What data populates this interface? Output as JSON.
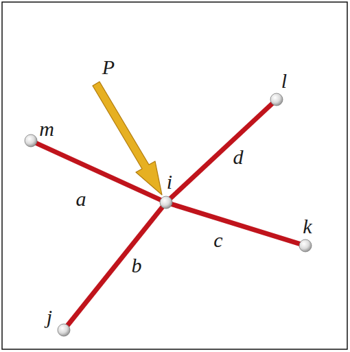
{
  "diagram": {
    "nodes": [
      {
        "text": [
          "m"
        ]
      },
      {
        "text": [
          "l"
        ]
      },
      {
        "text": [
          "i"
        ]
      },
      {
        "text": [
          "k"
        ]
      },
      {
        "text": [
          "j"
        ]
      }
    ],
    "edges": [
      {
        "from": 2,
        "to": 0,
        "arrow": "none",
        "label": "a"
      },
      {
        "from": 2,
        "to": 4,
        "arrow": "none",
        "label": "b"
      },
      {
        "from": 2,
        "to": 3,
        "arrow": "none",
        "label": "c"
      },
      {
        "from": 2,
        "to": 1,
        "arrow": "none",
        "label": "d"
      }
    ],
    "labels": [
      "P"
    ]
  }
}
